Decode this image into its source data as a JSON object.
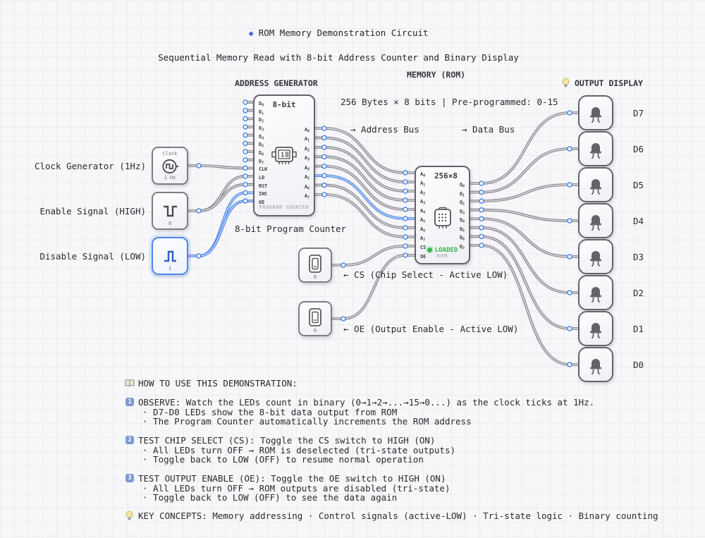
{
  "title": {
    "icon": "blue-diamond",
    "text": "ROM Memory Demonstration Circuit"
  },
  "subtitle": "Sequential Memory Read with 8-bit Address Counter and Binary Display",
  "sections": {
    "address_generator": "ADDRESS GENERATOR",
    "memory_rom": "MEMORY (ROM)",
    "output_display": "OUTPUT DISPLAY"
  },
  "annotations": {
    "rom_specs": "256 Bytes × 8 bits | Pre-programmed: 0-15",
    "address_bus": "→ Address Bus",
    "data_bus": "→ Data Bus",
    "pc_caption": "8-bit Program Counter",
    "cs_label": "← CS (Chip Select - Active LOW)",
    "oe_label": "← OE (Output Enable - Active LOW)"
  },
  "inputs": {
    "clock": {
      "label": "Clock Generator (1Hz)",
      "top": "Clock",
      "bottom": "1 Hz"
    },
    "enable": {
      "label": "Enable Signal (HIGH)",
      "value": "0"
    },
    "disable": {
      "label": "Disable Signal (LOW)",
      "value": "1"
    },
    "cs_switch": {
      "value": "0"
    },
    "oe_switch": {
      "value": "0"
    }
  },
  "program_counter": {
    "title": "8-bit",
    "subtitle": "PROGRAM COUNTER",
    "left_pins": [
      "D0",
      "D1",
      "D2",
      "D3",
      "D4",
      "D5",
      "D6",
      "D7",
      "CLK",
      "LD",
      "RST",
      "INC",
      "OE"
    ],
    "right_pins": [
      "A0",
      "A1",
      "A2",
      "A3",
      "A4",
      "A5",
      "A6",
      "A7"
    ]
  },
  "rom": {
    "title": "256×8",
    "status": "LOADED",
    "subtitle": "ROM",
    "left_pins": [
      "A0",
      "A1",
      "A2",
      "A3",
      "A4",
      "A5",
      "A6",
      "A7",
      "CS",
      "OE"
    ],
    "right_pins": [
      "Q0",
      "Q1",
      "Q2",
      "Q3",
      "Q4",
      "Q5",
      "Q6",
      "Q7"
    ]
  },
  "leds": [
    "D7",
    "D6",
    "D5",
    "D4",
    "D3",
    "D2",
    "D1",
    "D0"
  ],
  "instructions": {
    "header": "HOW TO USE THIS DEMONSTRATION:",
    "steps": [
      {
        "num": "1",
        "title": "OBSERVE: Watch the LEDs count in binary (0→1→2→...→15→0...) as the clock ticks at 1Hz.",
        "bullets": [
          "D7-D0 LEDs show the 8-bit data output from ROM",
          "The Program Counter automatically increments the ROM address"
        ]
      },
      {
        "num": "2",
        "title": "TEST CHIP SELECT (CS): Toggle the CS switch to HIGH (ON)",
        "bullets": [
          "All LEDs turn OFF → ROM is deselected (tri-state outputs)",
          "Toggle back to LOW (OFF) to resume normal operation"
        ]
      },
      {
        "num": "3",
        "title": "TEST OUTPUT ENABLE (OE): Toggle the OE switch to HIGH (ON)",
        "bullets": [
          "All LEDs turn OFF → ROM outputs are disabled (tri-state)",
          "Toggle back to LOW (OFF) to see the data again"
        ]
      }
    ],
    "key_concepts": "KEY CONCEPTS: Memory addressing · Control signals (active-LOW) · Tri-state logic · Binary counting"
  },
  "colors": {
    "accent_blue": "#4d86e8",
    "wire_gray": "#85858d",
    "wire_core": "#dfdfe3",
    "wire_blue_core": "#c3d8f8",
    "loaded_green": "#35b54a",
    "bulb_yellow": "#f5e6a8",
    "keycap_blue": "#7b9bd2"
  }
}
